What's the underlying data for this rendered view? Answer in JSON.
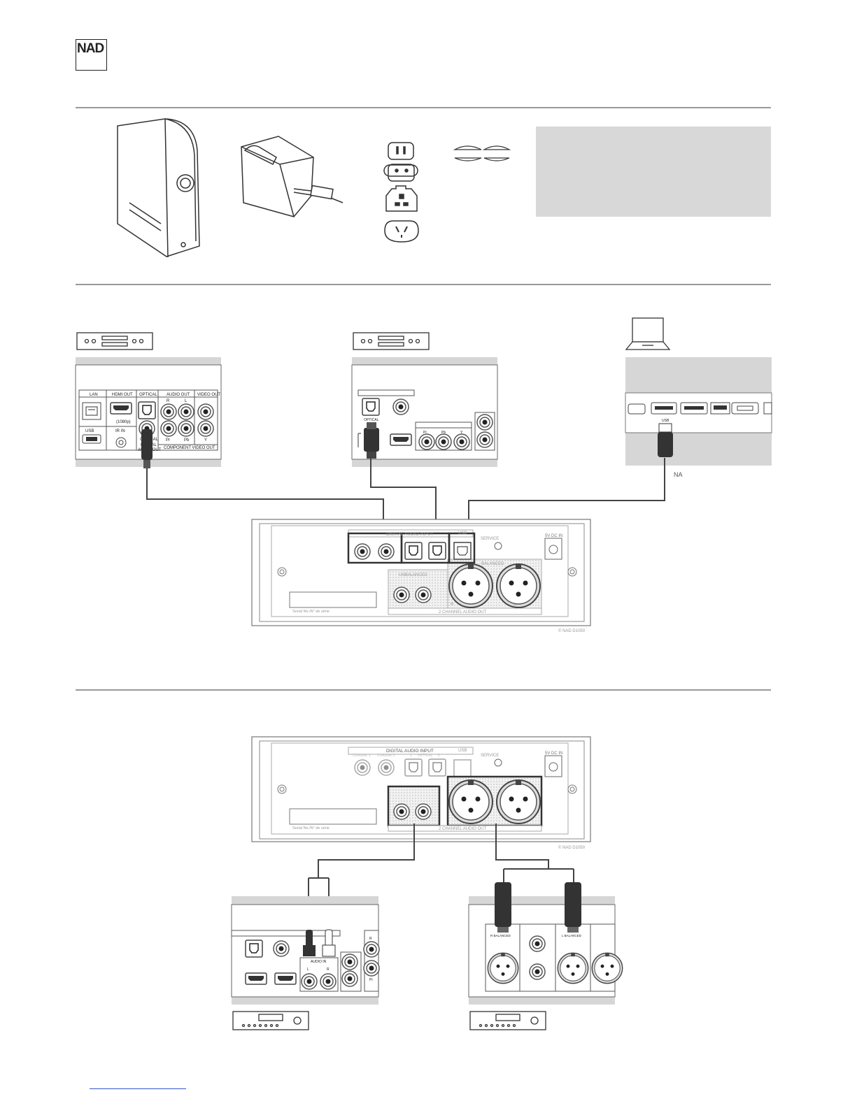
{
  "brand": {
    "logo_text": "NAD"
  },
  "accessories": {
    "plugs": [
      "us-plug-icon",
      "eu-plug-icon",
      "uk-plug-icon",
      "au-plug-icon"
    ]
  },
  "source_panel_1": {
    "labels": {
      "lan": "LAN",
      "hdmi_out": "HDMI OUT",
      "hdmi_res": "(1080p)",
      "optical": "OPTICAL",
      "audio_out": "AUDIO OUT",
      "video_out": "VIDEO OUT",
      "r": "R",
      "l": "L",
      "usb": "USB",
      "ir_in": "IR IN",
      "coaxial": "COAXIAL",
      "digital_audio": "DIGITAL",
      "audio_out2": "AUDIO OUT",
      "pr": "Pr",
      "pb": "Pb",
      "y": "Y",
      "component_video_out": "COMPONENT VIDEO OUT"
    }
  },
  "source_panel_2": {
    "labels": {
      "optical": "OPTICAL",
      "pr": "Pr",
      "pb": "Pb",
      "y": "Y"
    }
  },
  "laptop_panel": {
    "usb_label": "USB",
    "na_text": "NA"
  },
  "d1050_rear": {
    "digital_audio_input": "DIGITAL AUDIO INPUT",
    "usb": "USB",
    "service": "SERVICE",
    "power": "5V DC IN",
    "balanced": "BALANCED",
    "unbalanced": "UNBALANCED",
    "r": "R",
    "l": "L",
    "two_channel_out": "2 CHANNEL AUDIO OUT",
    "serial": "Serial No./N° de série",
    "copyright": "© NAD  D1050",
    "coaxial_1": "COAXIAL 1",
    "coaxial_2": "COAXIAL 2",
    "optical": "OPTICAL",
    "optical_1": "1",
    "optical_2": "2"
  },
  "amp_panel_1": {
    "audio_in": "AUDIO IN",
    "l": "L",
    "r": "R",
    "r_side": "R",
    "pr": "Pr"
  },
  "amp_panel_2": {
    "r_balanced": "R BALANCED",
    "l_balanced": "L BALANCED"
  }
}
